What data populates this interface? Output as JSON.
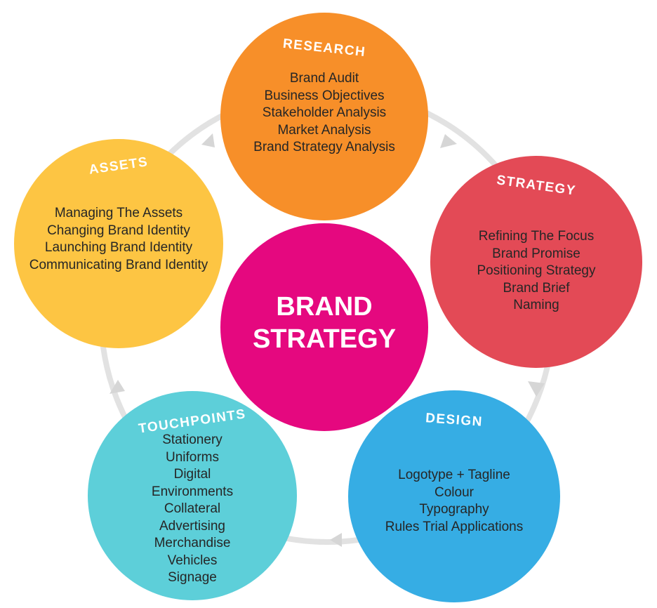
{
  "colors": {
    "research": "#f78f29",
    "strategy": "#e34a56",
    "design": "#36ade4",
    "touchpoints": "#5dcfd9",
    "assets": "#fdc543",
    "center": "#e5087f",
    "cycle_arrows": "#dcdcdc"
  },
  "center": {
    "line1": "BRAND",
    "line2": "STRATEGY"
  },
  "nodes": {
    "research": {
      "title": "RESEARCH",
      "items": [
        "Brand Audit",
        "Business Objectives",
        "Stakeholder Analysis",
        "Market Analysis",
        "Brand Strategy Analysis"
      ]
    },
    "strategy": {
      "title": "STRATEGY",
      "items": [
        "Refining The Focus",
        "Brand Promise",
        "Positioning Strategy",
        "Brand Brief",
        "Naming"
      ]
    },
    "design": {
      "title": "DESIGN",
      "items": [
        "Logotype + Tagline",
        "Colour",
        "Typography",
        "Rules Trial Applications"
      ]
    },
    "touchpoints": {
      "title": "TOUCHPOINTS",
      "items": [
        "Stationery",
        "Uniforms",
        "Digital",
        "Environments",
        "Collateral",
        "Advertising",
        "Merchandise",
        "Vehicles",
        "Signage"
      ]
    },
    "assets": {
      "title": "ASSETS",
      "items": [
        "Managing The Assets",
        "Changing Brand Identity",
        "Launching Brand Identity",
        "Communicating Brand Identity"
      ]
    }
  }
}
